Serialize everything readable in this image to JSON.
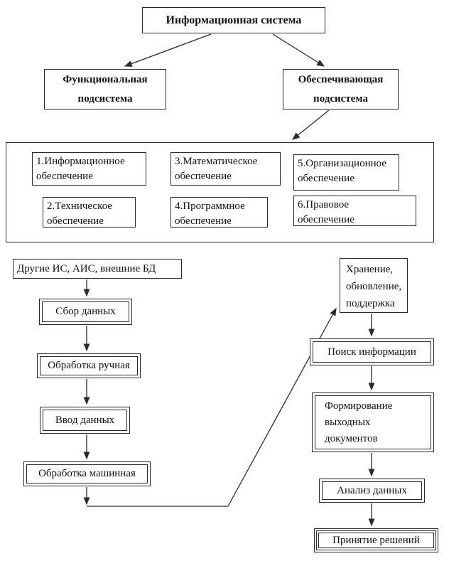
{
  "tree": {
    "root": "Информационная система",
    "functional": "Функциональная подсистема",
    "providing": "Обеспечивающая подсистема"
  },
  "support": {
    "items": [
      "1.Информационное обеспечение",
      "3.Математическое обеспечение",
      "5.Организационное обеспечение",
      "2.Техническое обеспечение",
      "4.Программное обеспечение",
      "6.Правовое обеспечение"
    ]
  },
  "flow": {
    "source": "Другие ИС, АИС, внешние БД",
    "left": [
      "Сбор данных",
      "Обработка ручная",
      "Ввод данных",
      "Обработка машинная"
    ],
    "right": [
      "Хранение, обновление, поддержка",
      "Поиск информации",
      "Формирование выходных документов",
      "Анализ данных",
      "Принятие решений"
    ]
  },
  "colors": {
    "line": "#2b2b2b",
    "background": "#ffffff",
    "text": "#111111"
  }
}
